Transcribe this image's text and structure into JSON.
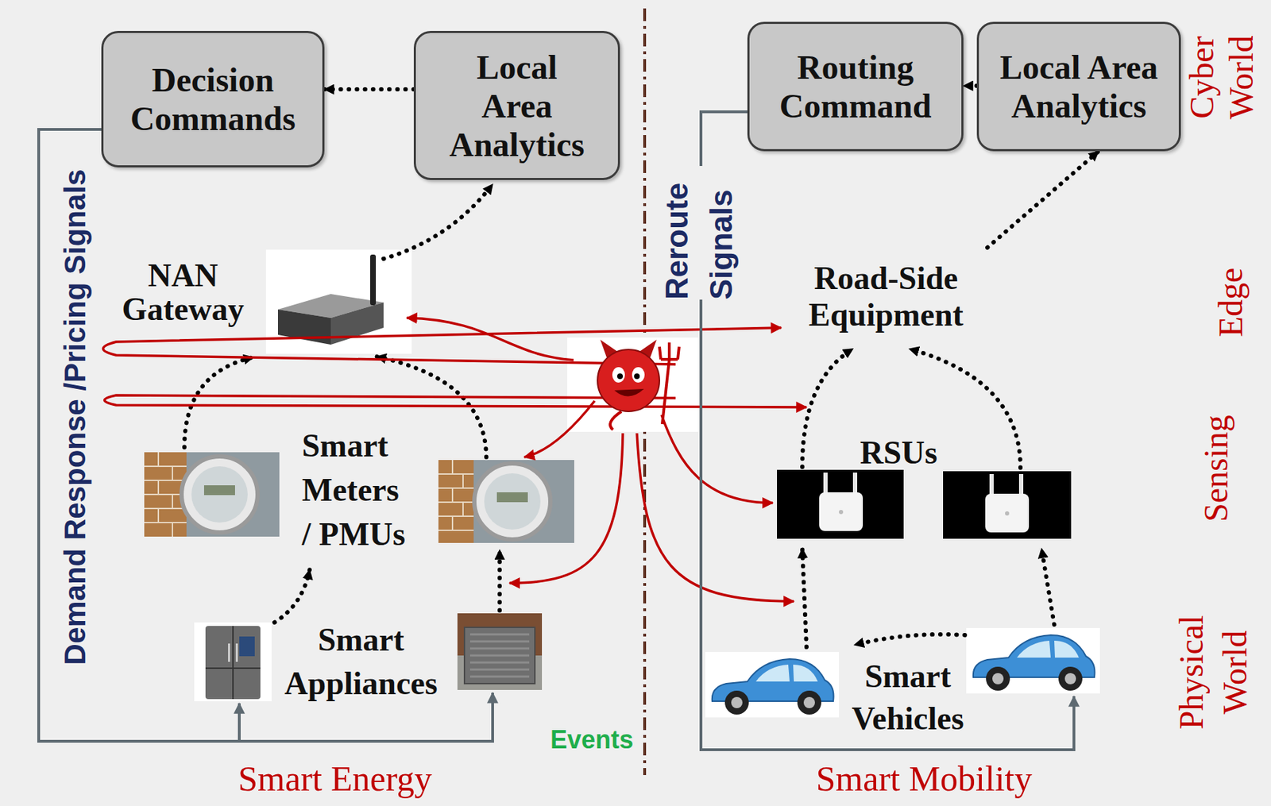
{
  "diagram": {
    "nodes": [
      {
        "text": [
          "Cyber World"
        ]
      },
      {
        "text": [
          "Decision Commands"
        ],
        "in": 0
      },
      {
        "text": [
          "Local Area Analytics"
        ],
        "in": 0
      },
      {
        "text": [
          "Routing Command"
        ],
        "in": 0
      },
      {
        "text": [
          "Local Area Analytics"
        ],
        "in": 0
      },
      {
        "text": [
          "Road-Side Equipment"
        ]
      },
      {
        "text": [
          "Sensing"
        ]
      },
      {
        "text": [
          "Physical World"
        ]
      },
      {
        "text": [
          "Smart Appliances"
        ],
        "in": 7
      },
      {
        "text": [
          "Smart Vehicles"
        ],
        "in": 7
      }
    ],
    "edges": [
      {
        "from": 2,
        "to": 1,
        "arrow": "to"
      },
      {
        "from": 4,
        "to": 3,
        "arrow": "to"
      },
      {
        "from": 5,
        "to": 4,
        "arrow": "to"
      },
      {
        "from": 1,
        "to": 8,
        "arrow": "to",
        "label": "Demand Response /Pricing Signals"
      },
      {
        "from": 3,
        "to": 9,
        "arrow": "to",
        "label": "Reroute Signals"
      }
    ],
    "labels": [
      "NAN Gateway",
      "Smart Meters / PMUs",
      "RSUs",
      "Edge",
      "Events",
      "Smart Energy",
      "Smart Mobility"
    ]
  }
}
